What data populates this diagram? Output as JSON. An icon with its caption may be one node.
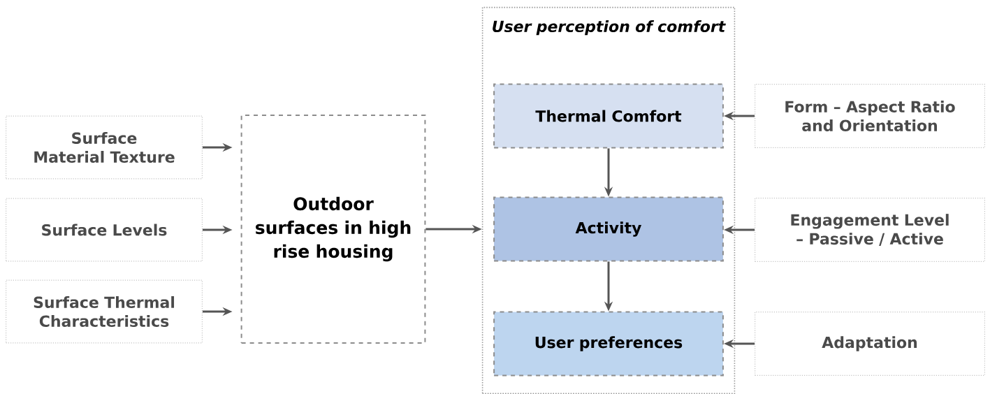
{
  "diagram": {
    "nodes": [
      {
        "text": [
          "Surface Material Texture"
        ]
      },
      {
        "text": [
          "Surface Levels"
        ]
      },
      {
        "text": [
          "Surface Thermal Characteristics"
        ]
      },
      {
        "text": [
          "Outdoor surfaces in high rise housing"
        ]
      },
      {
        "text": [
          "User perception of comfort"
        ]
      },
      {
        "text": [
          "Thermal Comfort"
        ],
        "in": 4
      },
      {
        "text": [
          "Activity"
        ],
        "in": 4
      },
      {
        "text": [
          "User preferences"
        ],
        "in": 4
      },
      {
        "text": [
          "Form – Aspect Ratio and Orientation"
        ]
      },
      {
        "text": [
          "Engagement Level – Passive / Active"
        ]
      },
      {
        "text": [
          "Adaptation"
        ]
      }
    ],
    "edges": [
      {
        "from": 0,
        "to": 3,
        "arrow": "to"
      },
      {
        "from": 1,
        "to": 3,
        "arrow": "to"
      },
      {
        "from": 2,
        "to": 3,
        "arrow": "to"
      },
      {
        "from": 3,
        "to": 4,
        "arrow": "to"
      },
      {
        "from": 5,
        "to": 6,
        "arrow": "to"
      },
      {
        "from": 6,
        "to": 7,
        "arrow": "to"
      },
      {
        "from": 8,
        "to": 5,
        "arrow": "to"
      },
      {
        "from": 9,
        "to": 6,
        "arrow": "to"
      },
      {
        "from": 10,
        "to": 7,
        "arrow": "to"
      }
    ]
  }
}
